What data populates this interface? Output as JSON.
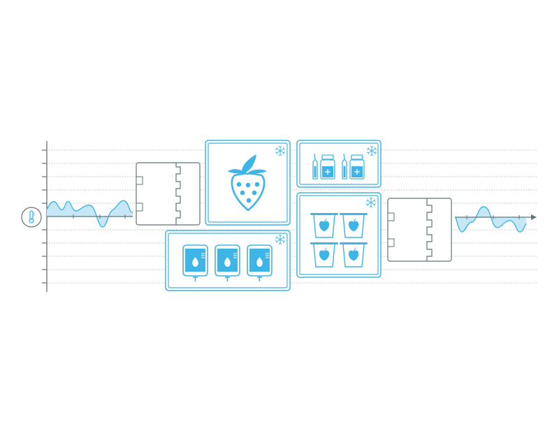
{
  "colors": {
    "accent": "#3db5e6",
    "accent_fill": "#c6e8f6",
    "line": "#5d7479",
    "grid": "#b9c4c6",
    "background": "#ffffff"
  },
  "icons": {
    "sensor": "thermometer-icon",
    "freeze": "snowflake-icon",
    "produce": "strawberry-icon",
    "iv_bag": "iv-bag-icon",
    "vials": "vial-ampoule-icon",
    "yogurt": "yogurt-cup-icon",
    "storage": "shipping-container-icon"
  },
  "panels": [
    {
      "content": "strawberry",
      "frozen": true
    },
    {
      "content": "iv-bags",
      "count": 3,
      "frozen": true
    },
    {
      "content": "vials",
      "count": 2,
      "frozen": true
    },
    {
      "content": "yogurt-cups",
      "count": 4,
      "frozen": true
    }
  ]
}
